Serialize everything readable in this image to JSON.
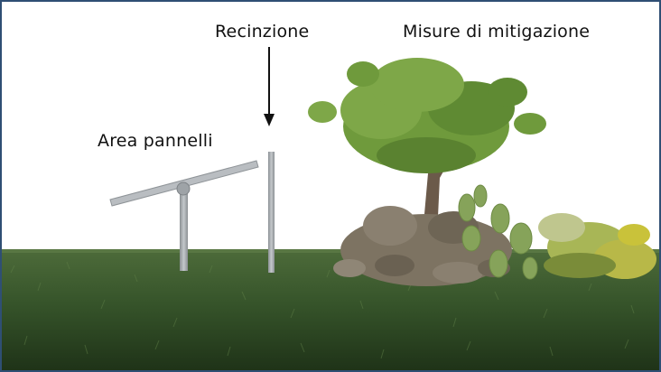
{
  "labels": {
    "fence": "Recinzione",
    "mitigation": "Misure di mitigazione",
    "panels": "Area pannelli"
  },
  "colors": {
    "frame": "#2f4f74",
    "grass_top": "#4d6b3a",
    "grass_bottom": "#1f3318",
    "foliage": "#6f9a3c",
    "trunk": "#6b5a4a",
    "rock": "#7d7362",
    "cactus": "#86a35a",
    "flower_yellow": "#c9c23a",
    "pole": "#a7abaf"
  }
}
